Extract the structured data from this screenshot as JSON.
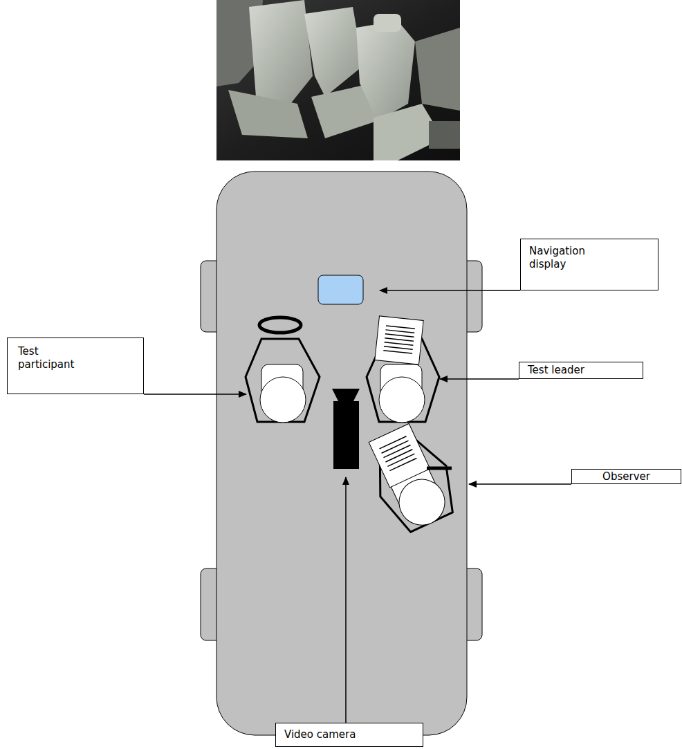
{
  "diagram": {
    "nodes": [
      {
        "text": [
          "Navigation display"
        ]
      },
      {
        "text": [
          "Test participant"
        ]
      },
      {
        "text": [
          "Test leader"
        ]
      },
      {
        "text": [
          "Observer"
        ]
      },
      {
        "text": [
          "Video camera"
        ]
      }
    ]
  }
}
